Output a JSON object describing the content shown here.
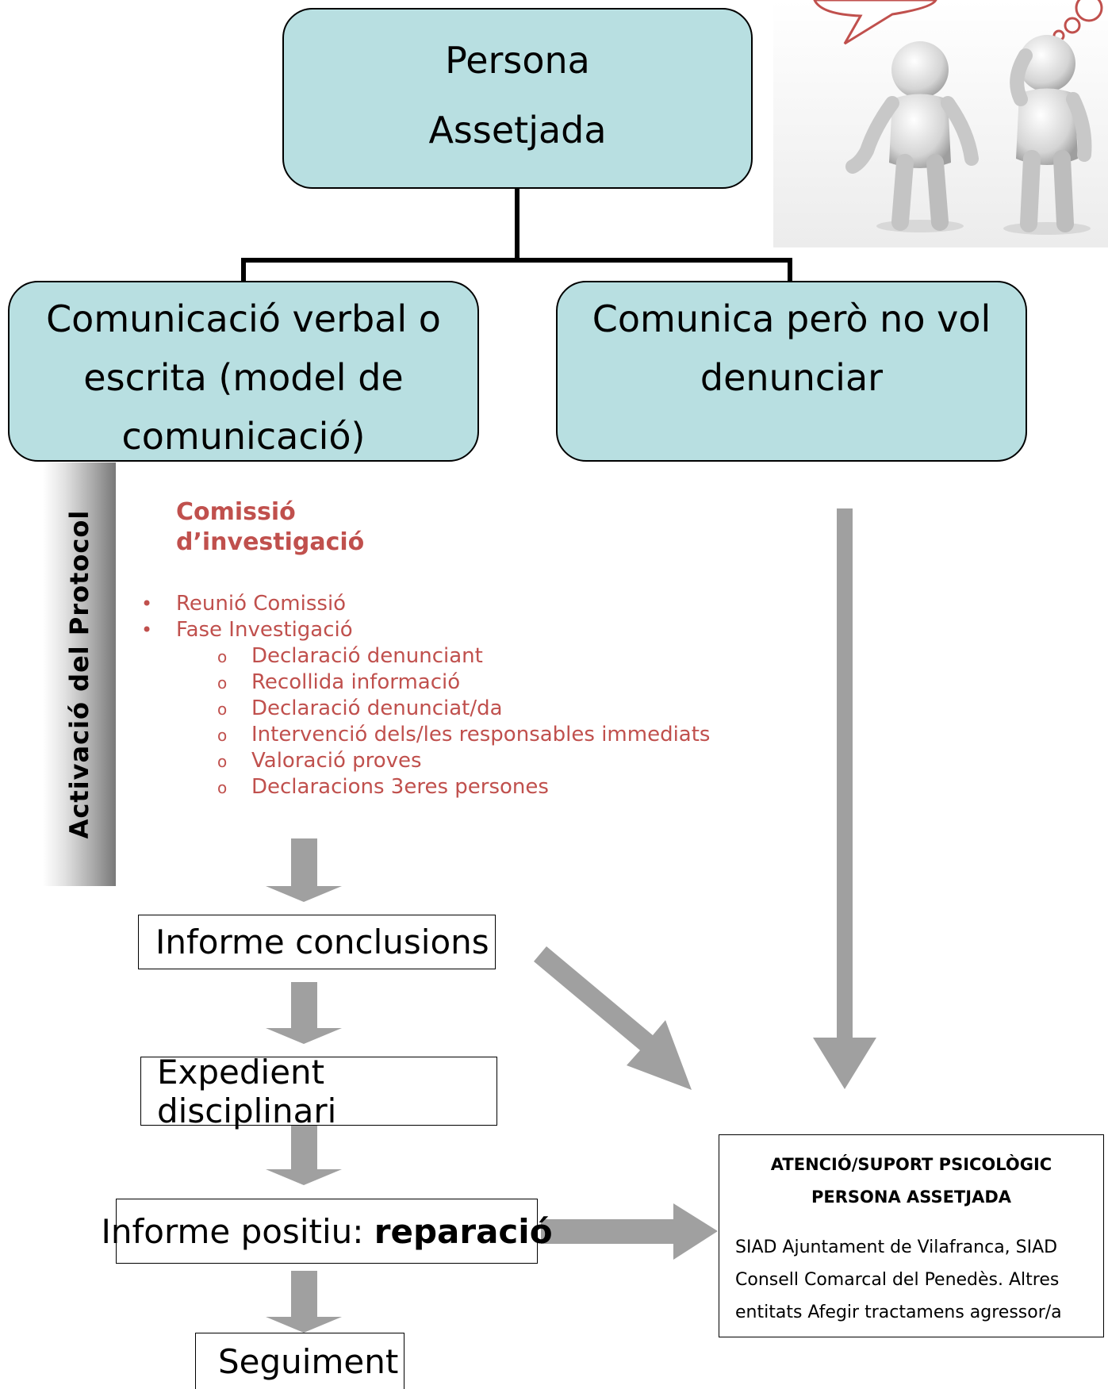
{
  "top": {
    "line1": "Persona",
    "line2": "Assetjada"
  },
  "left_box": {
    "line1": "Comunicació verbal o",
    "line2": "escrita (model de",
    "line3": "comunicació)"
  },
  "right_box": {
    "line1": "Comunica però no vol",
    "line2": "denunciar"
  },
  "sidebar_label": "Activació del Protocol",
  "commission": {
    "title_line1": "Comissió",
    "title_line2": "d’investigació",
    "items": [
      "Reunió Comissió",
      "Fase Investigació"
    ],
    "subitems": [
      "Declaració denunciant",
      "Recollida informació",
      "Declaració denunciat/da",
      "Intervenció dels/les responsables immediats",
      "Valoració proves",
      "Declaracions 3eres persones"
    ]
  },
  "steps": {
    "informe_conclusions": "Informe conclusions",
    "expedient": "Expedient disciplinari",
    "informe_positiu": "Informe positiu: ",
    "reparacio": "reparació",
    "seguiment": "Seguiment"
  },
  "support": {
    "title_line1": "ATENCIÓ/SUPORT PSICOLÒGIC",
    "title_line2": "PERSONA ASSETJADA",
    "body_line1": "SIAD Ajuntament de Vilafranca, SIAD",
    "body_line2": "Consell Comarcal del Penedès. Altres",
    "body_line3": "entitats Afegir tractamens agressor/a"
  },
  "colors": {
    "box_fill": "#b8dfe1",
    "arrow": "#a0a0a0",
    "red_text": "#c0504d"
  }
}
